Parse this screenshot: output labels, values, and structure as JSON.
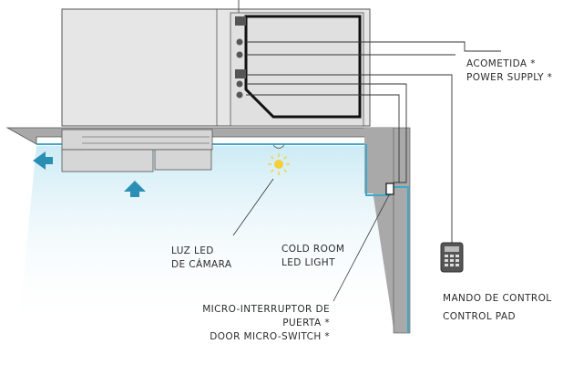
{
  "labels": {
    "power_es": "ACOMETIDA *",
    "power_en": "POWER SUPPLY *",
    "light_es_1": "LUZ LED",
    "light_es_2": "DE CÁMARA",
    "light_en_1": "COLD ROOM",
    "light_en_2": "LED LIGHT",
    "switch_es_1": "MICRO-INTERRUPTOR DE",
    "switch_es_2": "PUERTA *",
    "switch_en": "DOOR MICRO-SWITCH *",
    "pad_es": "MANDO DE CONTROL",
    "pad_en": "CONTROL PAD"
  },
  "colors": {
    "unit_fill": "#e8e8e8",
    "outline": "#555555",
    "wall_fill": "#a9a9a9",
    "wall_edge": "#3fa9c9",
    "cold_air": "#d4eef6",
    "arrow": "#2b8fb5",
    "wire": "#333333",
    "led": "#f5cf3a"
  },
  "icons": {
    "led": "sun-icon",
    "pad": "keypad-icon",
    "arrow_left": "arrow-left-icon",
    "arrow_up": "arrow-up-icon"
  }
}
